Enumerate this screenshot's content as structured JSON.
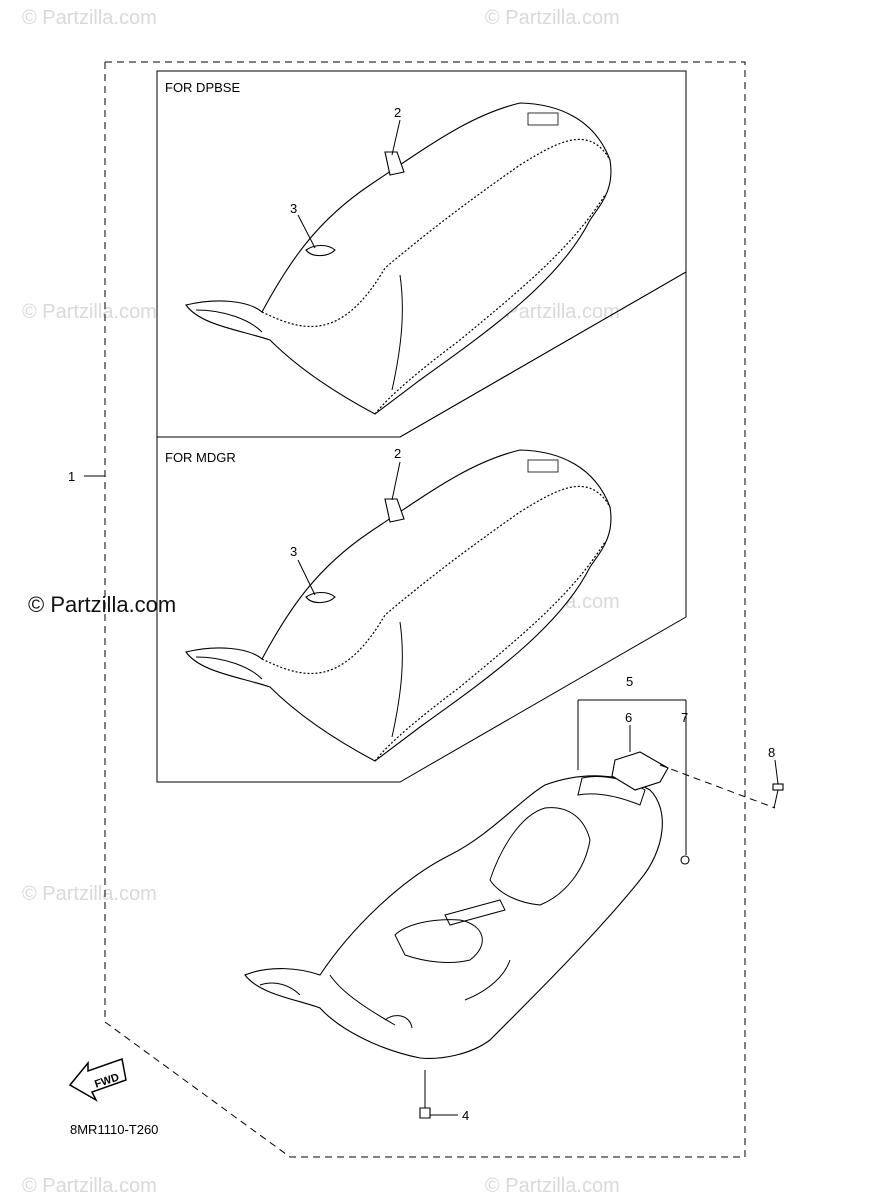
{
  "watermarks": {
    "faint": "© Partzilla.com",
    "strong": "© Partzilla.com"
  },
  "panels": {
    "top_label": "FOR DPBSE",
    "bottom_label": "FOR MDGR"
  },
  "callouts": {
    "c1": "1",
    "c2": "2",
    "c3": "3",
    "c4": "4",
    "c5": "5",
    "c6": "6",
    "c7": "7",
    "c8": "8"
  },
  "fwd_badge": "FWD",
  "diagram_code": "8MR1110-T260"
}
